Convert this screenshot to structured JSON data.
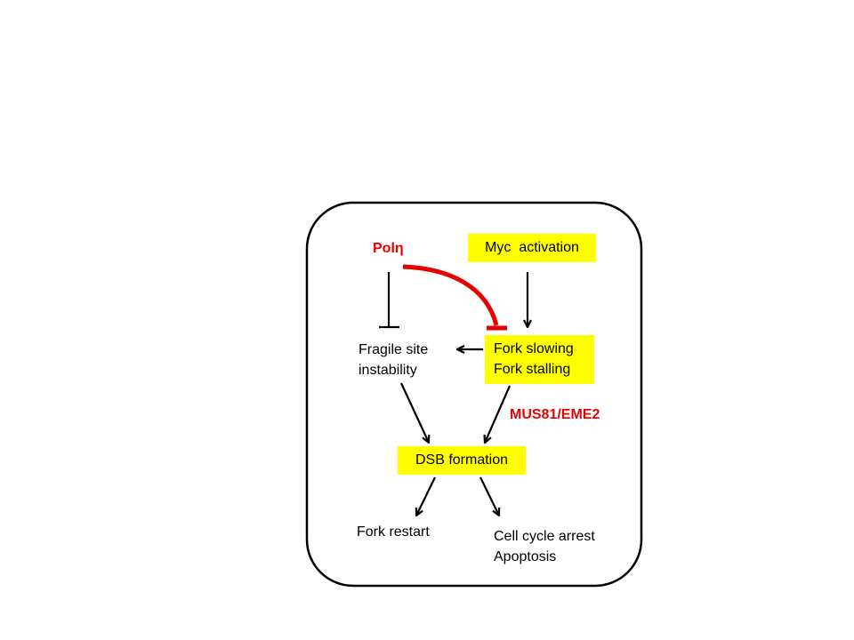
{
  "colors": {
    "highlight": "#ffff00",
    "inhibitor": "#e80000",
    "text": "#000000",
    "frame": "#000000"
  },
  "nodes": {
    "pol_eta": "Polη",
    "myc_activation": "Myc  activation",
    "fork_slowing": "Fork slowing",
    "fork_stalling": "Fork stalling",
    "fragile_site_line1": "Fragile site",
    "fragile_site_line2": "instability",
    "mus81_eme2": "MUS81/EME2",
    "dsb_formation": "DSB formation",
    "fork_restart": "Fork restart",
    "cell_cycle_arrest": "Cell cycle arrest",
    "apoptosis": "Apoptosis"
  }
}
